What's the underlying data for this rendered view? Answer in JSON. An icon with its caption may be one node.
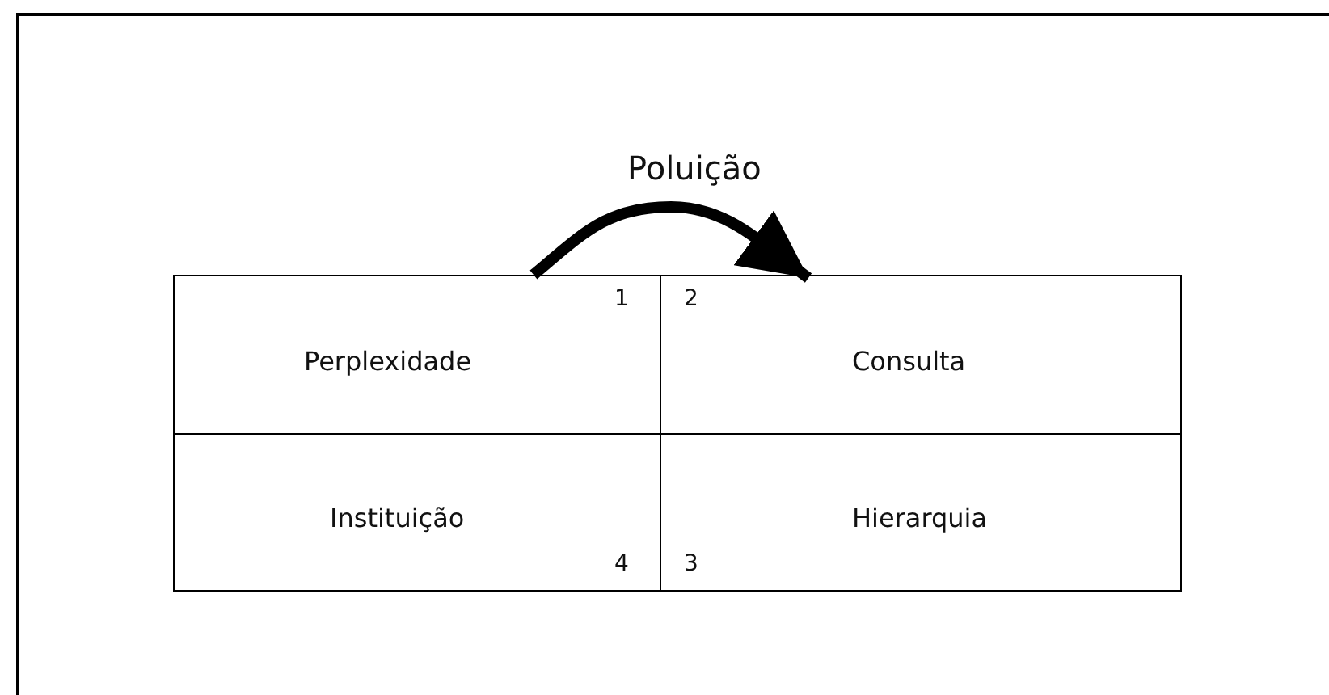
{
  "diagram": {
    "nodes": [
      {
        "text": [
          "1",
          "Perplexidade"
        ]
      },
      {
        "text": [
          "2",
          "Consulta"
        ]
      },
      {
        "text": [
          "Instituição",
          "4"
        ]
      },
      {
        "text": [
          "Hierarquia",
          "3"
        ]
      }
    ],
    "edges": [
      {
        "from": 0,
        "to": 1,
        "arrow": "to",
        "label": "Poluição"
      }
    ]
  }
}
